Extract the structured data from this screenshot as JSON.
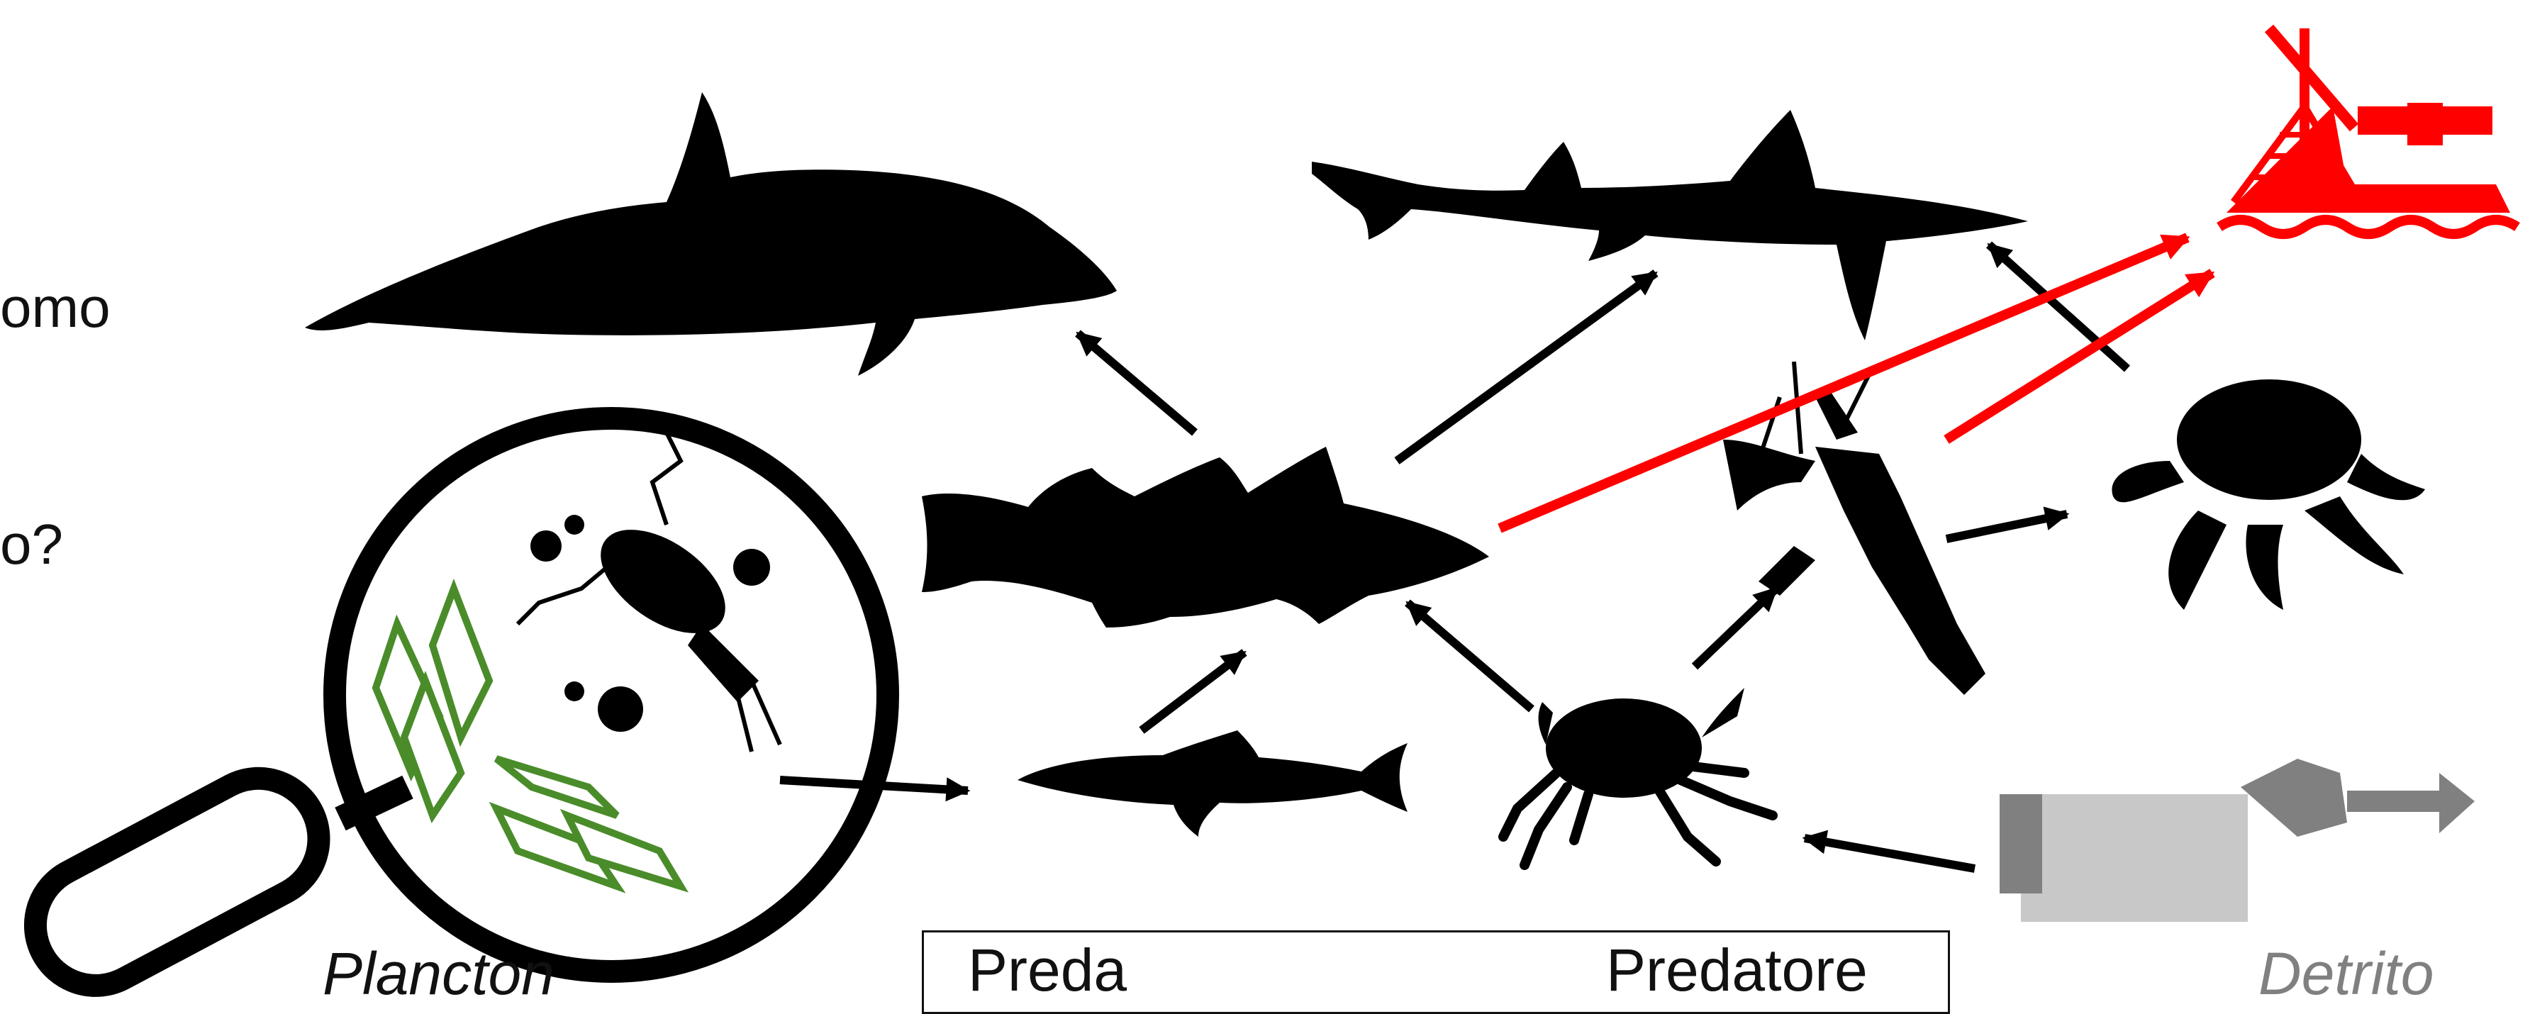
{
  "left_text": {
    "line1": "omo",
    "line2": "o?"
  },
  "labels": {
    "plankton": "Plancton",
    "detritus": "Detrito"
  },
  "legend": {
    "prey": "Preda",
    "predator": "Predatore"
  },
  "colors": {
    "silhouette": "#000000",
    "human_link": "#ff0000",
    "plankton_green": "#4a8c2a",
    "detritus_gray": "#808080"
  },
  "icons": [
    "dolphin-icon",
    "shark-icon",
    "fishing-boat-icon",
    "cod-fish-icon",
    "sardine-icon",
    "crab-icon",
    "langoustine-icon",
    "octopus-icon",
    "detritus-icon",
    "magnifier-icon"
  ]
}
